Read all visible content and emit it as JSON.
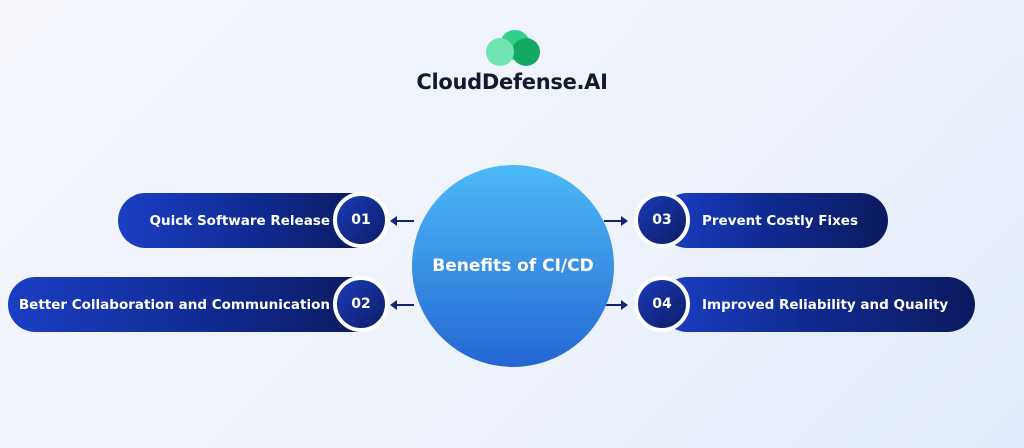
{
  "brand": {
    "name": "CloudDefense.AI",
    "colors": {
      "light": "#6fe3b2",
      "mid": "#2fd08a",
      "dark": "#14a865"
    }
  },
  "center": {
    "title": "Benefits of CI/CD"
  },
  "benefits": [
    {
      "number": "01",
      "label": "Quick Software Release"
    },
    {
      "number": "02",
      "label": "Better Collaboration and Communication"
    },
    {
      "number": "03",
      "label": "Prevent Costly Fixes"
    },
    {
      "number": "04",
      "label": "Improved Reliability and Quality"
    }
  ]
}
